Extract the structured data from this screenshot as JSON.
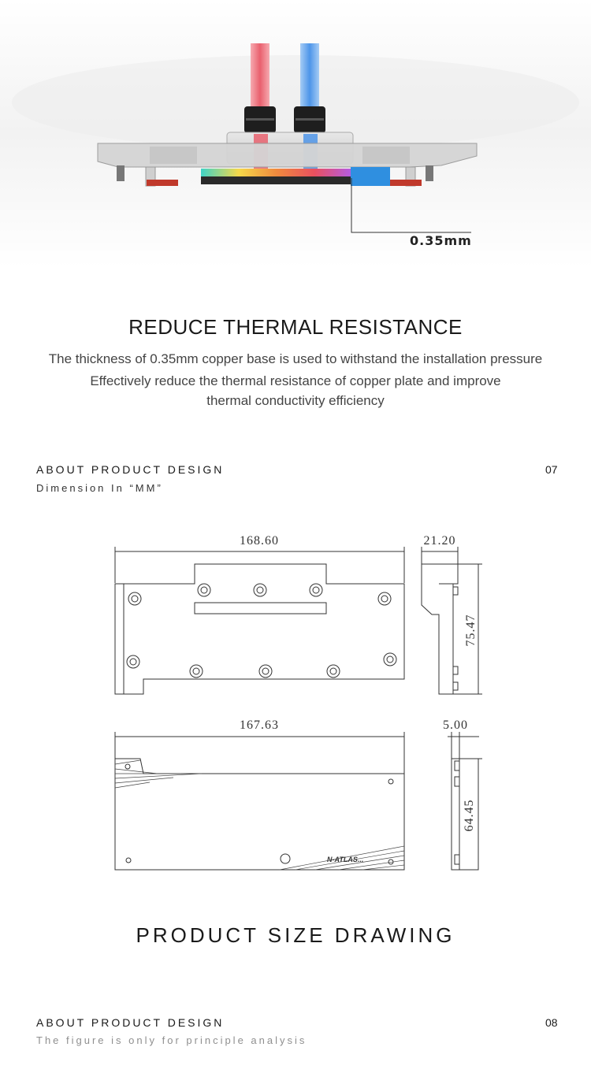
{
  "hero": {
    "callout": "0.35mm"
  },
  "section1": {
    "title": "REDUCE THERMAL RESISTANCE",
    "lines": [
      "The thickness of 0.35mm copper base is used to withstand the installation pressure",
      "Effectively reduce the thermal resistance of copper plate and improve",
      "thermal conductivity efficiency"
    ]
  },
  "section2": {
    "label": "ABOUT PRODUCT DESIGN",
    "subtitle": "Dimension In “MM”",
    "number": "07"
  },
  "drawing": {
    "dim_top_width": "168.60",
    "dim_top_depth": "21.20",
    "dim_top_height": "75.47",
    "dim_bottom_width": "167.63",
    "dim_bottom_depth": "5.00",
    "dim_bottom_height": "64.45",
    "model_label": "N-ATLAS..."
  },
  "section3": {
    "title": "PRODUCT SIZE DRAWING"
  },
  "section4": {
    "label": "ABOUT PRODUCT DESIGN",
    "subtitle": "The figure is only for principle analysis",
    "number": "08"
  },
  "colors": {
    "hot_tube": "#e8505f",
    "cold_tube": "#3b8be8",
    "line": "#333333"
  }
}
